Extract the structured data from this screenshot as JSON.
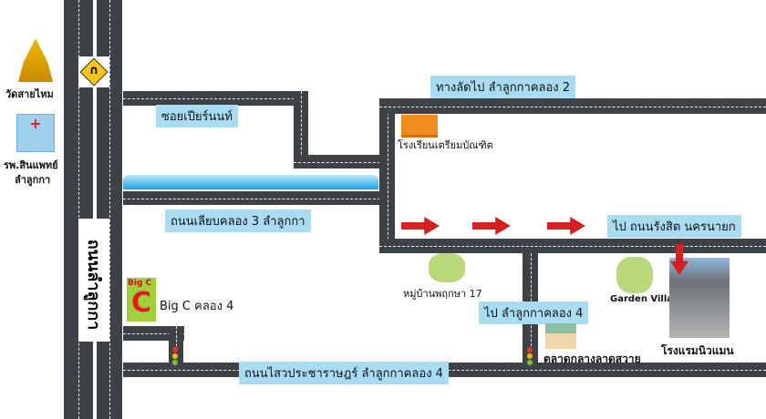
{
  "title": "แผนที่ โรงแรมนิวแมน",
  "roads": {
    "main_vertical": "ถนนลำลูกกา",
    "soi_pier": "ซอยเปียร์นนท์",
    "canal_road": "ถนนเลียบคลอง 3 ลำลูกกา",
    "shortcut": "ทางลัดไป ลำลูกกาคลอง 2",
    "to_rangsit": "ไป ถนนรังสิต นครนายก",
    "to_klong4": "ไป ลำลูกกาคลอง 4",
    "sai_road": "ถนนไสวประชาราษฎร์ ลำลูกกาคลอง 4"
  },
  "places": {
    "temple": "วัดสายไหม",
    "hospital_line1": "รพ.สินแพทย์",
    "hospital_line2": "ลำลูกกา",
    "school": "โรงเรียนเตรียมบัณฑิต",
    "village": "หมู่บ้านพฤกษา 17",
    "garden_villa": "Garden Villa",
    "hotel": "โรงแรมนิวแมน",
    "market": "ตลาดกลางลาดสวาย",
    "bigc": "Big C คลอง 4",
    "bigc_logo": "Big C"
  },
  "colors": {
    "road": "#3e4146",
    "label_bg": "#a9dcf2",
    "arrow": "#d42020"
  }
}
